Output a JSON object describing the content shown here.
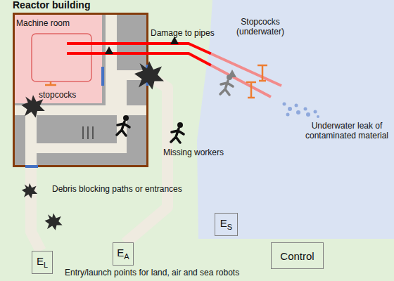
{
  "diagram": {
    "nodes": [
      {
        "text": [
          "Reactor building"
        ]
      },
      {
        "text": [
          "Machine room"
        ],
        "in": 0
      },
      {
        "text": [
          "EL"
        ]
      },
      {
        "text": [
          "EA"
        ]
      },
      {
        "text": [
          "ES"
        ]
      },
      {
        "text": [
          "Control"
        ]
      }
    ],
    "labels": [
      "Damage to pipes",
      "Stopcocks (underwater)",
      "stopcocks",
      "Underwater leak of contaminated material",
      "Missing workers",
      "Debris blocking paths or entrances",
      "Entry/launch points for land, air and sea robots"
    ]
  }
}
